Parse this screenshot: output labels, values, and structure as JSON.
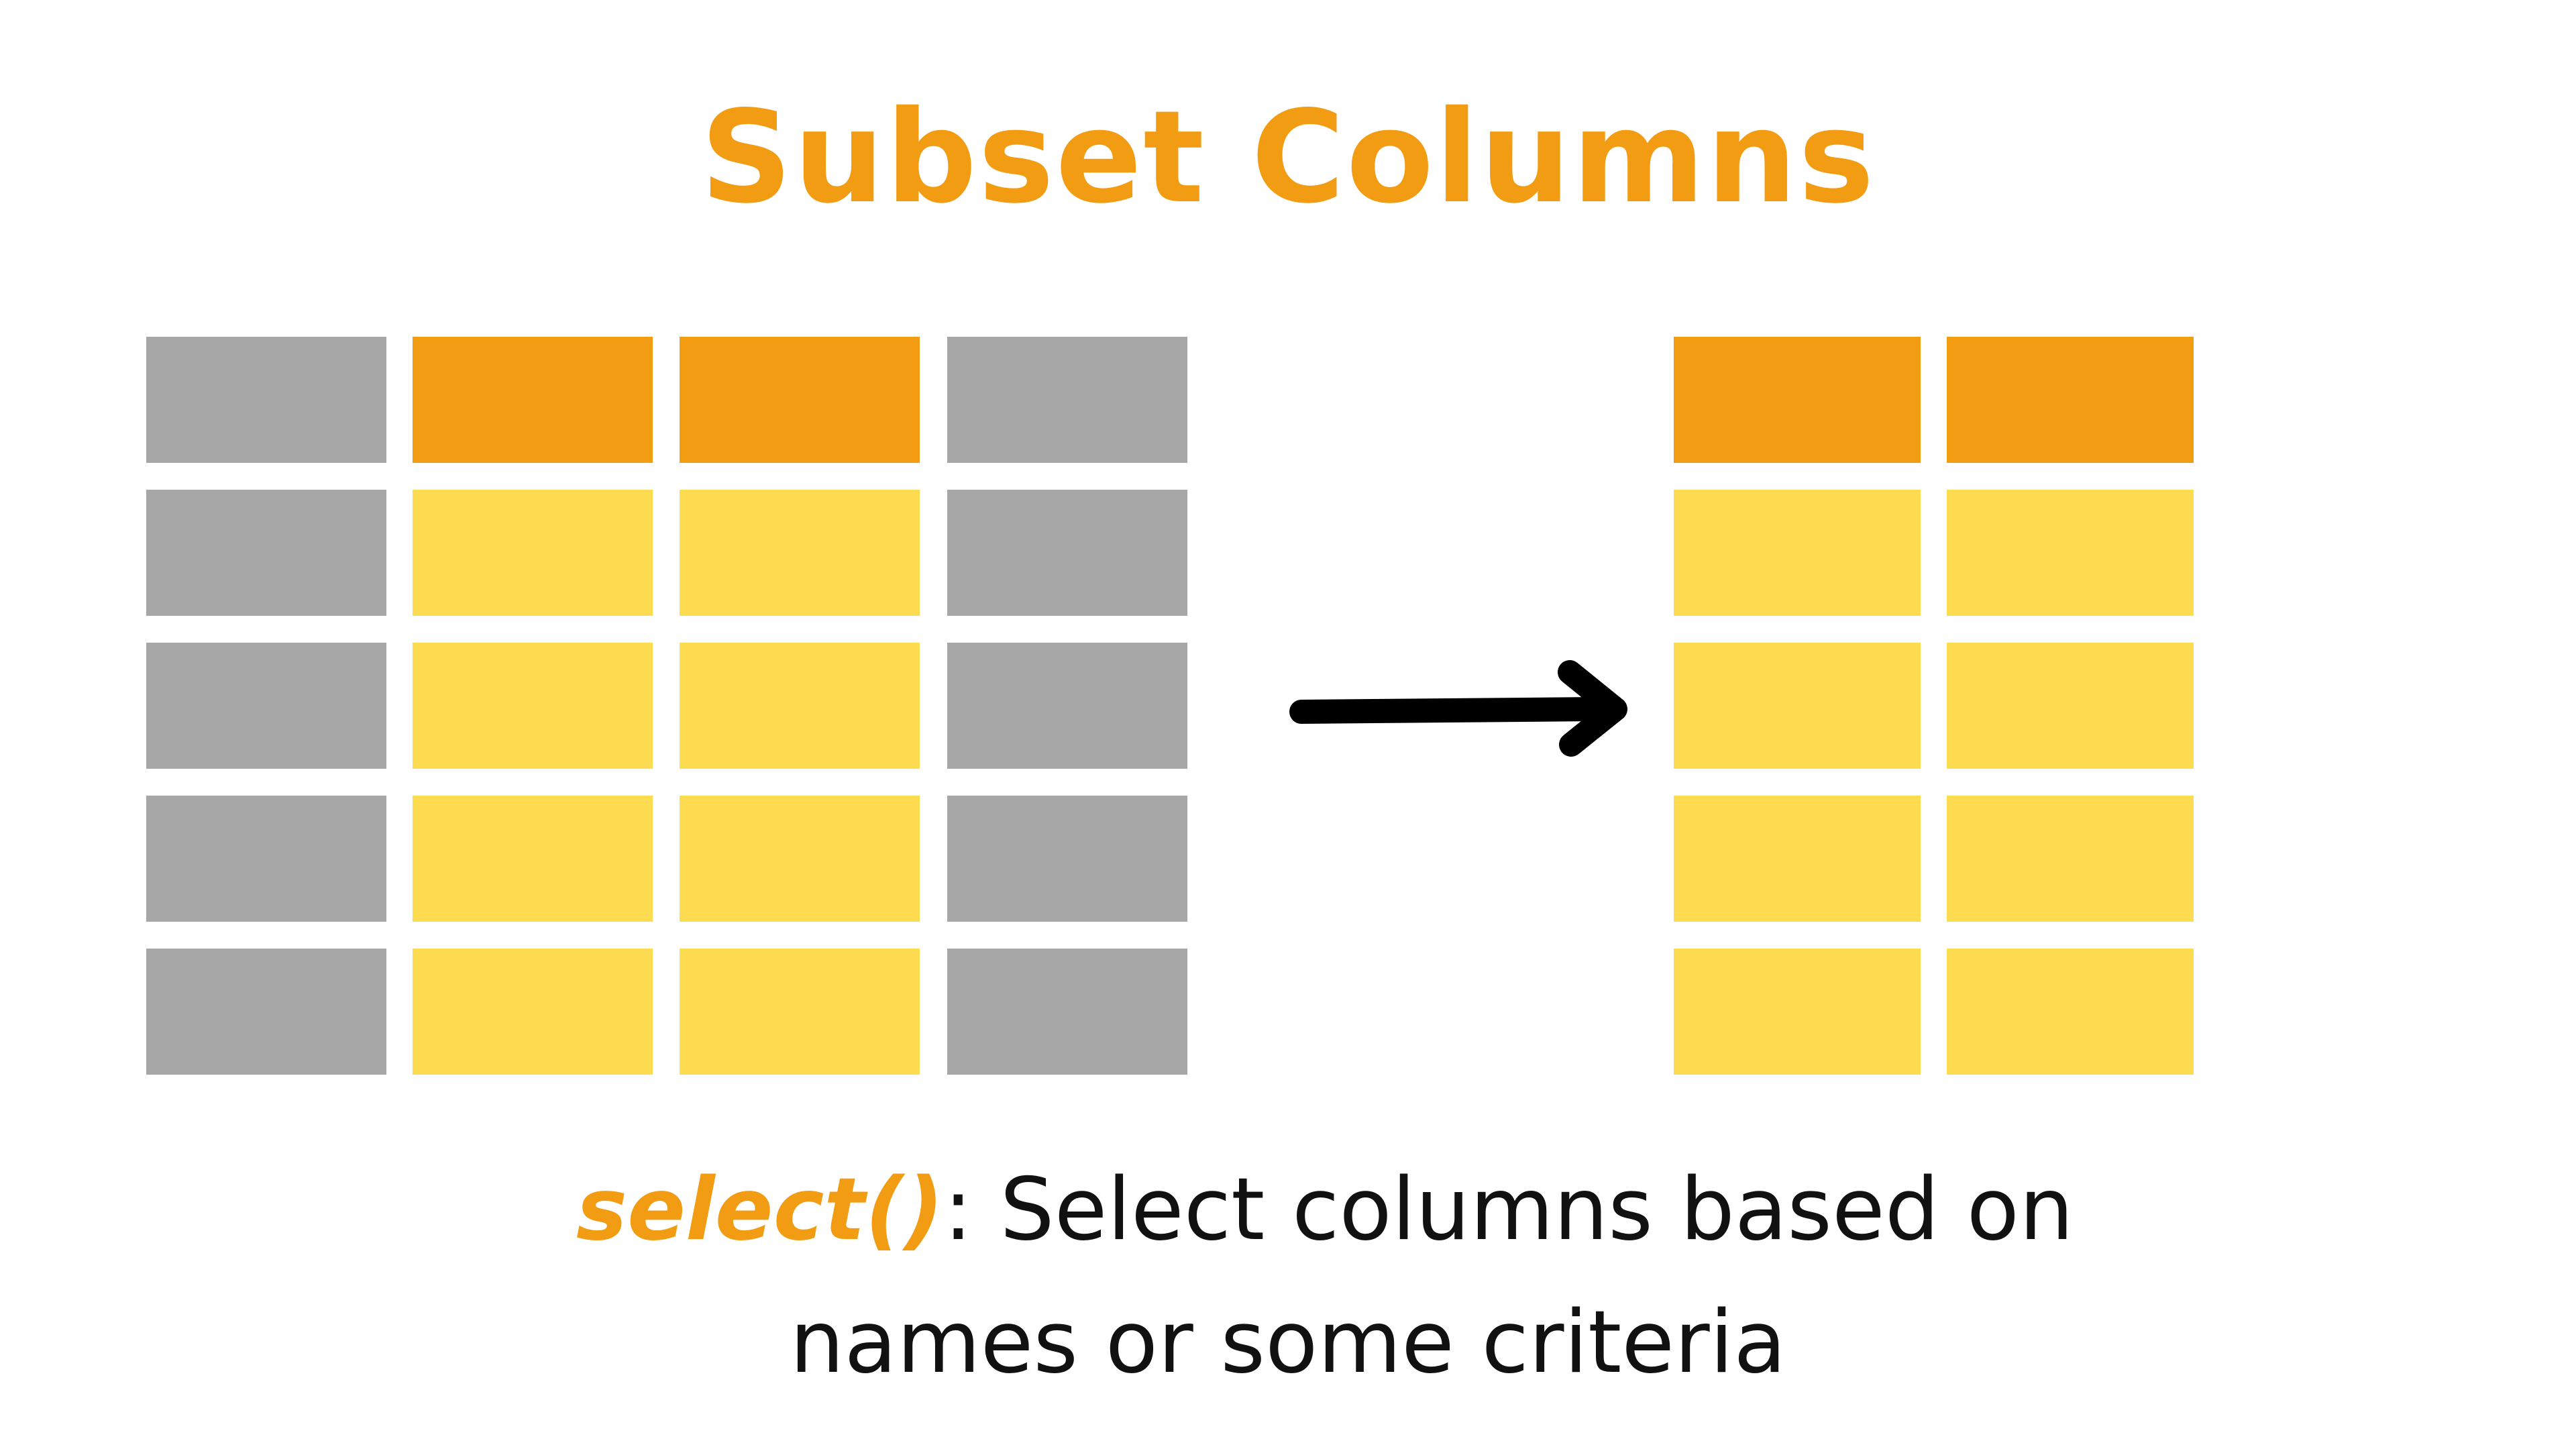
{
  "title": "Subset Columns",
  "colors": {
    "accent": "#f29c14",
    "header_selected": "#f29c14",
    "cell_selected": "#fddc52",
    "cell_unselected": "#a6a6a6",
    "arrow": "#000000",
    "text": "#111111"
  },
  "source_table": {
    "rows": 5,
    "columns": 4,
    "selected_columns": [
      2,
      3
    ],
    "has_header_row": true
  },
  "result_table": {
    "rows": 5,
    "columns": 2,
    "has_header_row": true
  },
  "arrow_icon": "right-arrow-icon",
  "caption": {
    "function": "select()",
    "line1_rest": ": Select columns based on",
    "line2": "names or some criteria"
  }
}
